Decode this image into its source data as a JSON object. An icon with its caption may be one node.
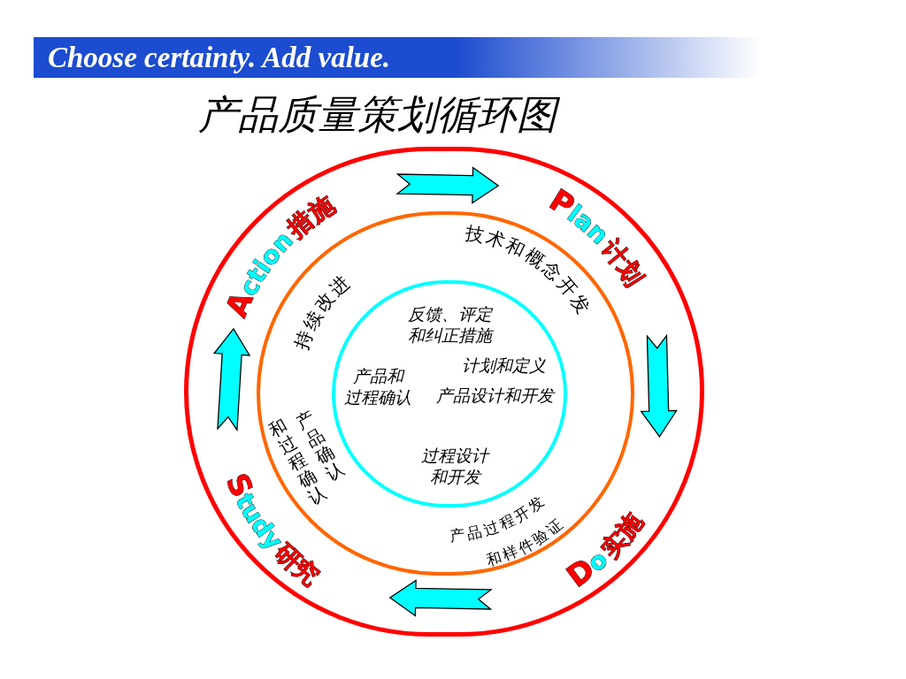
{
  "diagram": {
    "title": "产品质量策划循环图",
    "nodes": [
      {
        "text": [],
        "shape": "circle"
      },
      {
        "text": [
          "Plan",
          "计划"
        ],
        "in": 0
      },
      {
        "text": [
          "Do",
          "实施"
        ],
        "in": 0
      },
      {
        "text": [
          "Study",
          "研究"
        ],
        "in": 0
      },
      {
        "text": [
          "Action",
          "措施"
        ],
        "in": 0
      },
      {
        "text": [
          "技术和概念开发",
          "产品过程开发",
          "和样件验证",
          "产品确认",
          "和过程确认",
          "持续改进"
        ],
        "in": 0
      },
      {
        "text": [
          "反馈、评定和纠正措施",
          "计划和定义",
          "产品和过程确认",
          "产品设计和开发",
          "过程设计和开发"
        ],
        "in": 5
      }
    ],
    "edges": [
      {
        "from": 4,
        "to": 1,
        "arrow": "to"
      },
      {
        "from": 1,
        "to": 2,
        "arrow": "to"
      },
      {
        "from": 2,
        "to": 3,
        "arrow": "to"
      },
      {
        "from": 3,
        "to": 4,
        "arrow": "to"
      }
    ],
    "labels": [
      "Choose certainty. Add value."
    ]
  }
}
